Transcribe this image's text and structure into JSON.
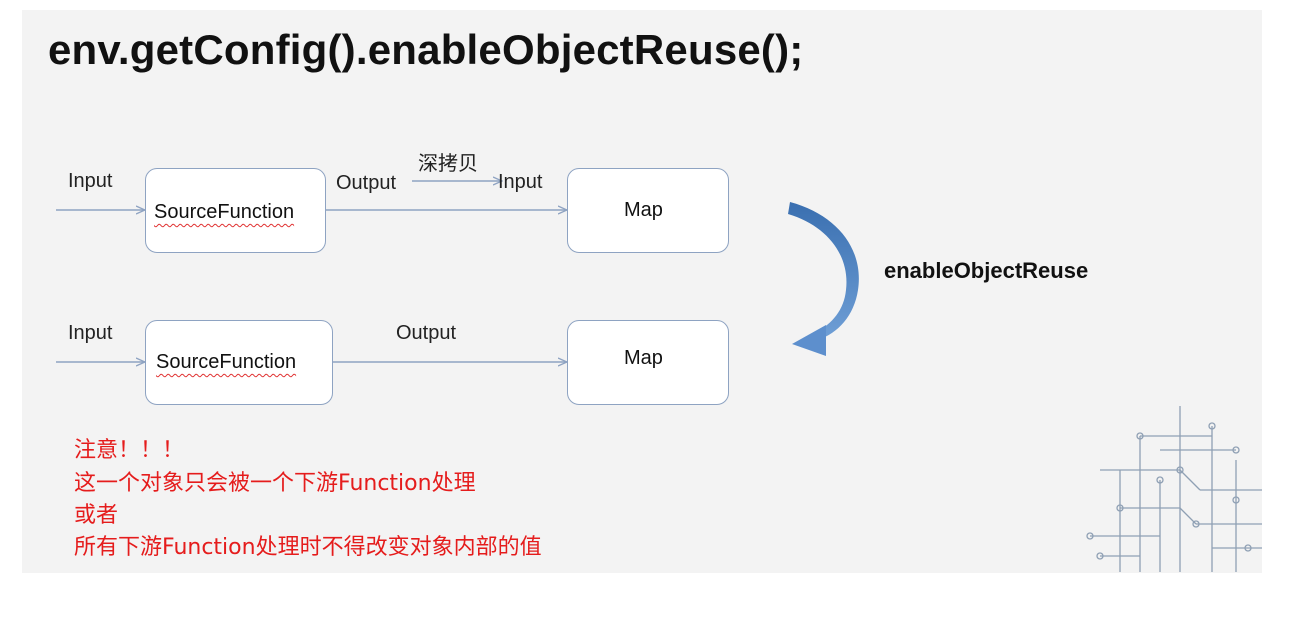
{
  "title": "env.getConfig().enableObjectReuse();",
  "top_flow": {
    "input_label": "Input",
    "source_label": "SourceFunction",
    "output_label": "Output",
    "copy_label": "深拷贝",
    "map_input_label": "Input",
    "map_label": "Map"
  },
  "bottom_flow": {
    "input_label": "Input",
    "source_label": "SourceFunction",
    "output_label": "Output",
    "map_label": "Map"
  },
  "transition_label": "enableObjectReuse",
  "note": {
    "line1": "注意！！！",
    "line2": "这一个对象只会被一个下游Function处理",
    "line3": "或者",
    "line4": "所有下游Function处理时不得改变对象内部的值"
  },
  "colors": {
    "arrow": "#8ea3c2",
    "curved_arrow": "#4f81bd",
    "note": "#e51c1c",
    "slide_background": "#f3f3f3"
  },
  "decoration": "circuit-pattern"
}
